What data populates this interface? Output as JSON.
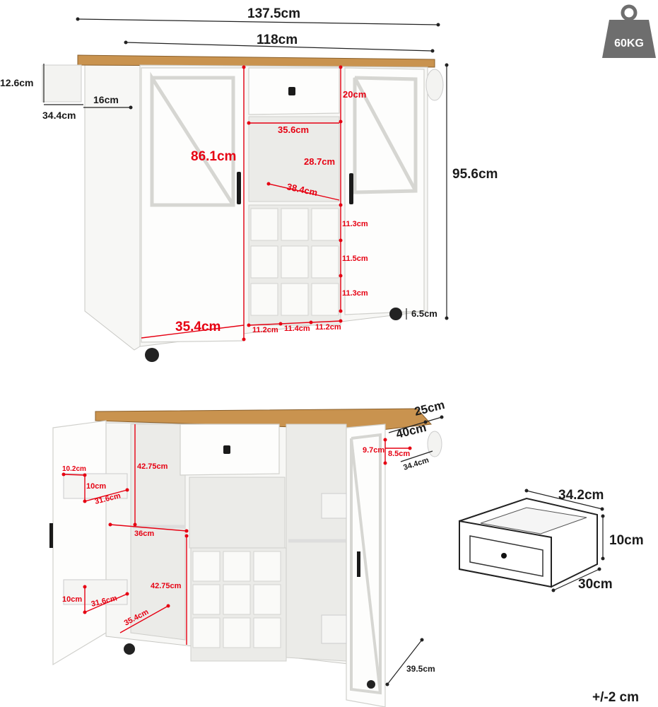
{
  "badge": {
    "weight": "60KG",
    "icon": "weight-icon"
  },
  "tolerance": "+/-2 cm",
  "front_view": {
    "total_width": "137.5cm",
    "top_width": "118cm",
    "towel_bar_height": "12.6cm",
    "towel_bar_width": "34.4cm",
    "towel_bar_offset": "16cm",
    "total_height": "95.6cm",
    "cabinet_height": "86.1cm",
    "cabinet_width": "35.4cm",
    "drawer_height": "20cm",
    "drawer_width": "35.6cm",
    "shelf_height": "28.7cm",
    "shelf_depth": "38.4cm",
    "rack_row_heights": [
      "11.3cm",
      "11.5cm",
      "11.3cm"
    ],
    "rack_col_widths": [
      "11.2cm",
      "11.4cm",
      "11.2cm"
    ],
    "caster_height": "6.5cm"
  },
  "open_view": {
    "top_overhang": "25cm",
    "top_depth": "40cm",
    "rack_label_height": "9.7cm",
    "rack_label_depth": "8.5cm",
    "towel_bar_width": "34.4cm",
    "door_shelf_upper_width": "10.2cm",
    "door_shelf_upper_height": "10cm",
    "door_shelf_upper_length": "31.6cm",
    "door_shelf_lower_height": "10cm",
    "door_shelf_lower_length": "31.6cm",
    "upper_compartment_height": "42.75cm",
    "lower_compartment_height": "42.75cm",
    "shelf_width": "36cm",
    "shelf_depth": "35.4cm",
    "cabinet_depth": "39.5cm"
  },
  "drawer_view": {
    "width": "34.2cm",
    "height": "10cm",
    "depth": "30cm"
  }
}
